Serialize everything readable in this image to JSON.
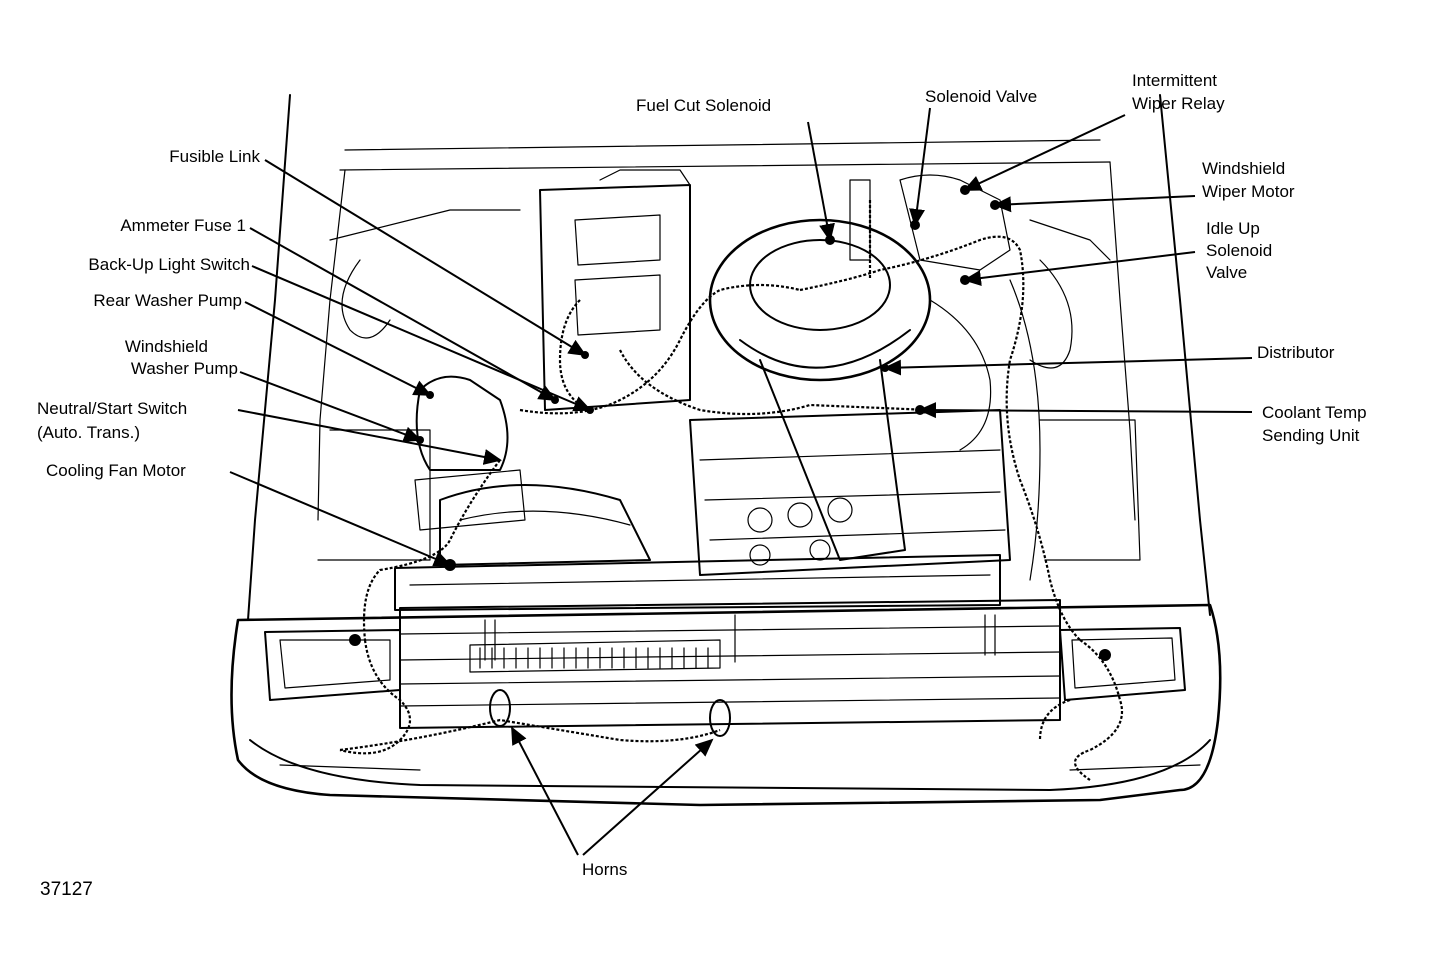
{
  "labels": {
    "fusible_link": "Fusible Link",
    "ammeter_fuse": "Ammeter Fuse 1",
    "backup_light_switch": "Back-Up Light Switch",
    "rear_washer_pump": "Rear Washer Pump",
    "windshield_washer_pump_1": "Windshield",
    "windshield_washer_pump_2": "Washer Pump",
    "neutral_start_switch_1": "Neutral/Start Switch",
    "neutral_start_switch_2": "(Auto. Trans.)",
    "cooling_fan_motor": "Cooling Fan Motor",
    "fuel_cut_solenoid": "Fuel Cut Solenoid",
    "solenoid_valve": "Solenoid Valve",
    "intermittent_wiper_relay_1": "Intermittent",
    "intermittent_wiper_relay_2": "Wiper Relay",
    "windshield_wiper_motor_1": "Windshield",
    "windshield_wiper_motor_2": "Wiper Motor",
    "idle_up_1": "Idle Up",
    "idle_up_2": "Solenoid",
    "idle_up_3": "Valve",
    "distributor": "Distributor",
    "coolant_temp_1": "Coolant Temp",
    "coolant_temp_2": "Sending Unit",
    "horns": "Horns",
    "figure_number": "37127"
  }
}
